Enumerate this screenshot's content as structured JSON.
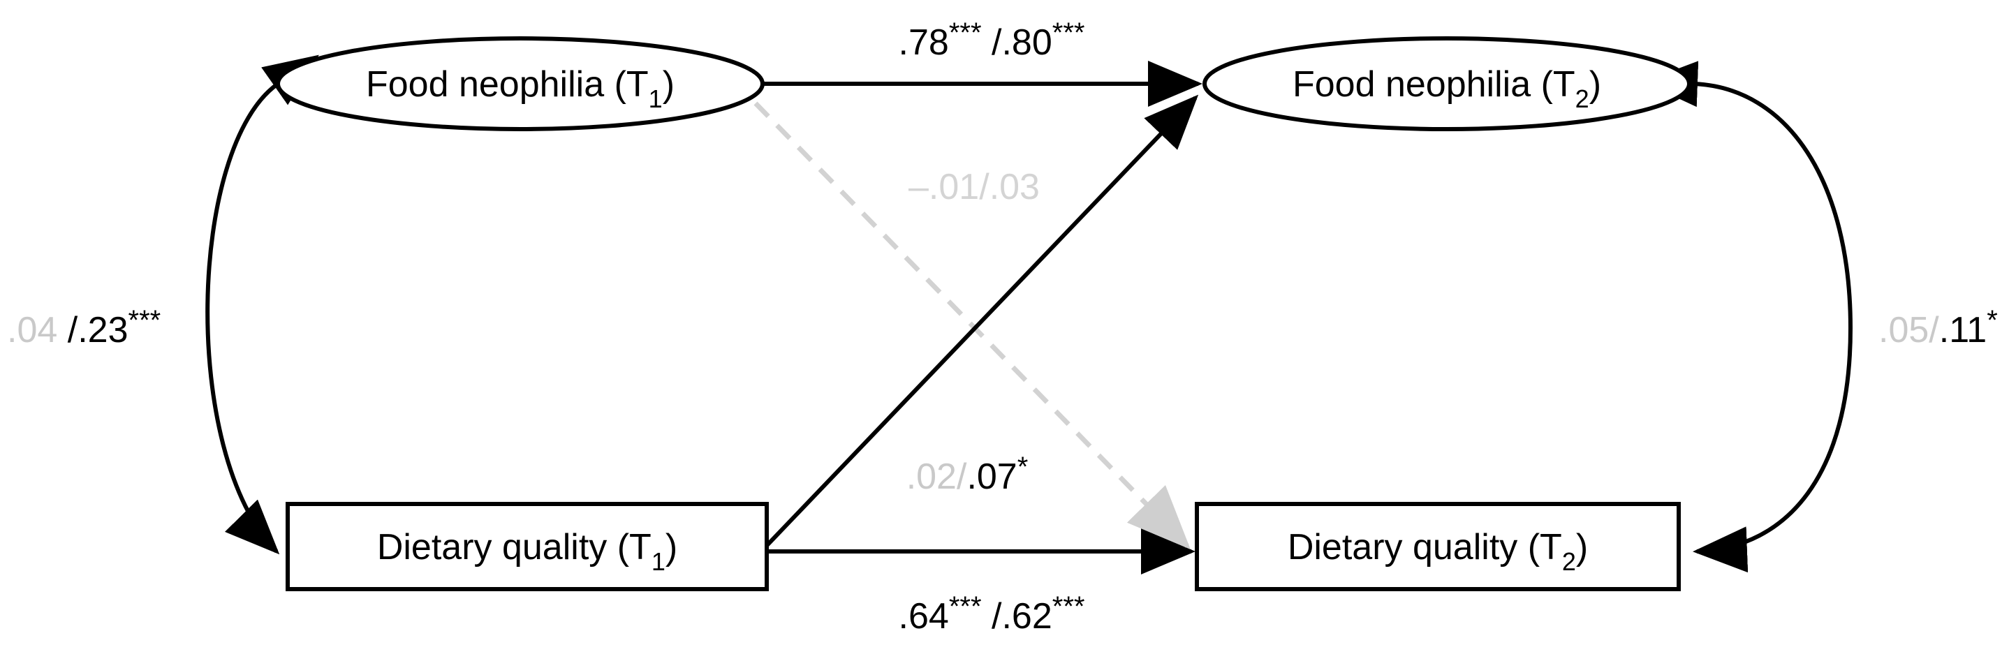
{
  "figure": {
    "type": "cross-lagged-panel-model",
    "background_color": "#ffffff",
    "line_color": "#000000",
    "nonsignificant_color": "#d2d2d2"
  },
  "nodes": {
    "food_neophilia_t1": {
      "shape": "ellipse",
      "text": "Food neophilia (T",
      "subscript": "1",
      "close": ")"
    },
    "food_neophilia_t2": {
      "shape": "ellipse",
      "text": "Food neophilia (T",
      "subscript": "2",
      "close": ")"
    },
    "dietary_quality_t1": {
      "shape": "rectangle",
      "text": "Dietary quality (T",
      "subscript": "1",
      "close": ")"
    },
    "dietary_quality_t2": {
      "shape": "rectangle",
      "text": "Dietary quality (T",
      "subscript": "2",
      "close": ")"
    }
  },
  "paths": {
    "autoregressive_neophilia": {
      "from": "food_neophilia_t1",
      "to": "food_neophilia_t2",
      "style": "solid-black",
      "coef_1": ".78",
      "stars_1": "***",
      "separator": " /",
      "coef_2": ".80",
      "stars_2": "***",
      "full_text": ".78*** /.80***"
    },
    "autoregressive_diet": {
      "from": "dietary_quality_t1",
      "to": "dietary_quality_t2",
      "style": "solid-black",
      "coef_1": ".64",
      "stars_1": "***",
      "separator": " /",
      "coef_2": ".62",
      "stars_2": "***",
      "full_text": ".64*** /.62***"
    },
    "crosslag_neophilia_to_diet": {
      "from": "food_neophilia_t1",
      "to": "dietary_quality_t2",
      "style": "dashed-grey",
      "coef_1": "–.01",
      "stars_1": "",
      "separator": "/",
      "coef_2": ".03",
      "stars_2": "",
      "full_text": "–.01/.03",
      "all_nonsignificant": true
    },
    "crosslag_diet_to_neophilia": {
      "from": "dietary_quality_t1",
      "to": "food_neophilia_t2",
      "style": "solid-black",
      "coef_1": ".02",
      "stars_1": "",
      "separator": "/",
      "coef_2": ".07",
      "stars_2": "*",
      "full_text": ".02/.07*",
      "first_nonsignificant": true
    },
    "correlation_t1": {
      "between": [
        "food_neophilia_t1",
        "dietary_quality_t1"
      ],
      "style": "curved-double-headed",
      "coef_1": ".04",
      "stars_1": "",
      "separator": " /",
      "coef_2": ".23",
      "stars_2": "***",
      "full_text": ".04 /.23***",
      "first_nonsignificant": true
    },
    "correlation_t2": {
      "between": [
        "food_neophilia_t2",
        "dietary_quality_t2"
      ],
      "style": "curved-double-headed",
      "coef_1": ".05",
      "stars_1": "",
      "separator": "/",
      "coef_2": ".11",
      "stars_2": "*",
      "full_text": ".05/.11*",
      "first_nonsignificant": true
    }
  }
}
